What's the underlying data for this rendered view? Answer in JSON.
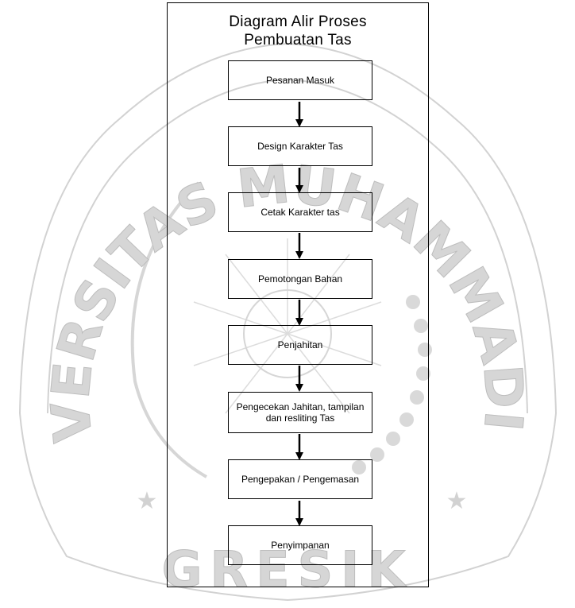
{
  "title_lines": [
    "Diagram Alir Proses",
    "Pembuatan Tas"
  ],
  "steps": [
    "Pesanan Masuk",
    "Design Karakter Tas",
    "Cetak Karakter tas",
    "Pemotongan Bahan",
    "Penjahitan",
    "Pengecekan Jahitan, tampilan dan resliting Tas",
    "Pengepakan / Pengemasan",
    "Penyimpanan"
  ],
  "watermark": {
    "arc_text": "UNIVERSITAS MUHAMMADIYAH",
    "bottom_text": "GRESIK",
    "color": "#c8c8c8"
  },
  "colors": {
    "line": "#000000",
    "background": "#ffffff"
  }
}
